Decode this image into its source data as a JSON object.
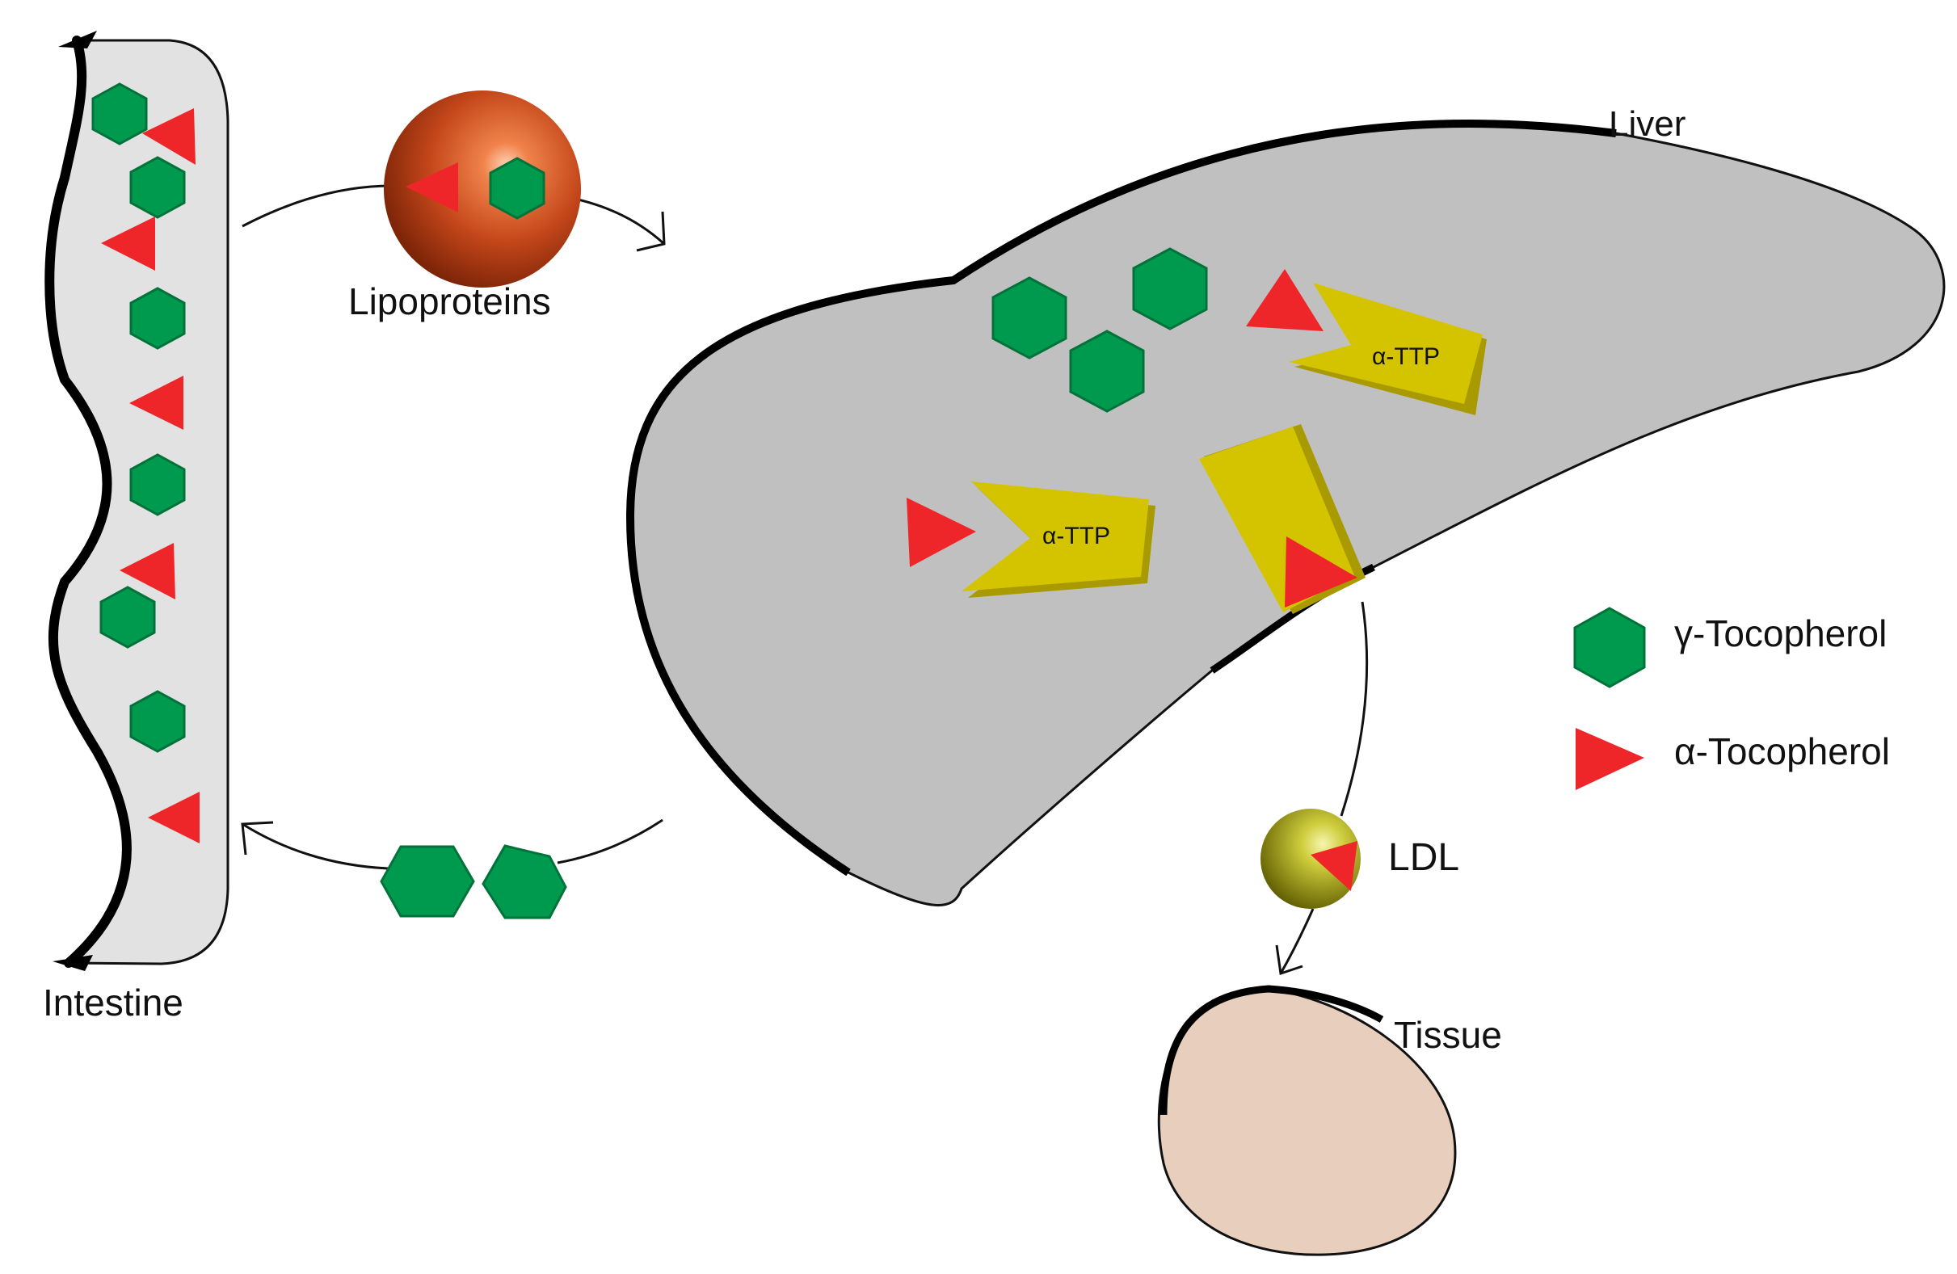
{
  "labels": {
    "liver": "Liver",
    "lipoproteins": "Lipoproteins",
    "intestine": "Intestine",
    "ldl": "LDL",
    "tissue": "Tissue",
    "ttp_1": "α-TTP",
    "ttp_2": "α-TTP"
  },
  "legend": [
    {
      "shape": "green-hexagon-icon",
      "label": "γ-Tocopherol",
      "color": "#009a4e"
    },
    {
      "shape": "red-triangle-icon",
      "label": "α-Tocopherol",
      "color": "#ee2629"
    }
  ],
  "colors": {
    "gamma_tocopherol": "#009a4e",
    "alpha_tocopherol": "#ee2629",
    "alpha_ttp": "#d4c400",
    "liver": "#c0c0c0",
    "intestine": "#e2e2e2",
    "tissue": "#e8cfbd",
    "lipoprotein": "#c0451a",
    "ldl": "#a8a510"
  }
}
